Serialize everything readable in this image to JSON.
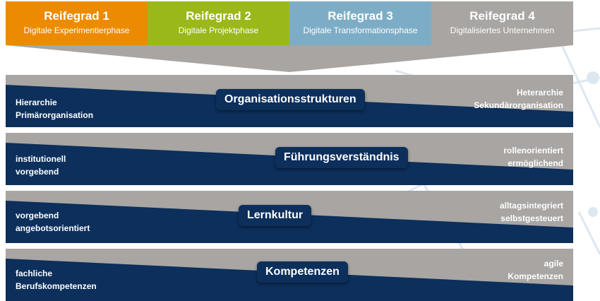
{
  "colors": {
    "stage_orange": "#ec8b00",
    "stage_green": "#9ab81a",
    "stage_blue": "#7dadc6",
    "stage_gray": "#a8a5a2",
    "band_gray": "#a8a5a2",
    "band_navy": "#0c2f5c",
    "background_lines": "#dde7ef"
  },
  "stages": [
    {
      "title": "Reifegrad 1",
      "subtitle": "Digitale Experimentierphase"
    },
    {
      "title": "Reifegrad 2",
      "subtitle": "Digitale Projektphase"
    },
    {
      "title": "Reifegrad 3",
      "subtitle": "Digitale Transformationsphase"
    },
    {
      "title": "Reifegrad 4",
      "subtitle": "Digitalisiertes Unternehmen"
    }
  ],
  "dimensions": [
    {
      "label": "Organisationsstrukturen",
      "left": [
        "Hierarchie",
        "Primärorganisation"
      ],
      "right": [
        "Heterarchie",
        "Sekundärorganisation"
      ]
    },
    {
      "label": "Führungsverständnis",
      "left": [
        "institutionell",
        "vorgebend"
      ],
      "right": [
        "rollenorientiert",
        "ermöglichend"
      ]
    },
    {
      "label": "Lernkultur",
      "left": [
        "vorgebend",
        "angebotsorientiert"
      ],
      "right": [
        "alltagsintegriert",
        "selbstgesteuert"
      ]
    },
    {
      "label": "Kompetenzen",
      "left": [
        "fachliche",
        "Berufskompetenzen"
      ],
      "right": [
        "agile",
        "Kompetenzen"
      ]
    }
  ]
}
